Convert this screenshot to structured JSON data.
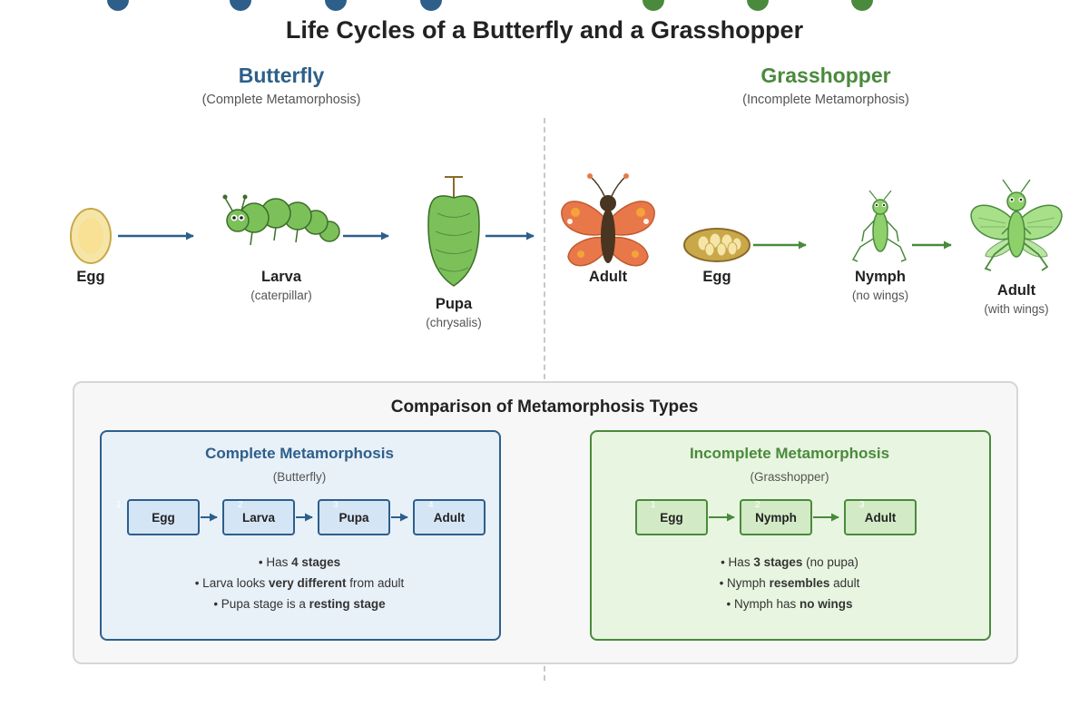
{
  "title": "Life Cycles of a Butterfly and a Grasshopper",
  "colors": {
    "butterfly": "#2d5f8a",
    "grasshopper": "#4a8a3c",
    "egg": "#f5e6a8",
    "caterpillar": "#7cc05a",
    "wing": "#e8784a"
  },
  "butterfly": {
    "heading": "Butterfly",
    "subheading": "(Complete Metamorphosis)",
    "stages": [
      {
        "label": "Egg",
        "sub": ""
      },
      {
        "label": "Larva",
        "sub": "(caterpillar)"
      },
      {
        "label": "Pupa",
        "sub": "(chrysalis)"
      },
      {
        "label": "Adult",
        "sub": ""
      }
    ]
  },
  "grasshopper": {
    "heading": "Grasshopper",
    "subheading": "(Incomplete Metamorphosis)",
    "stages": [
      {
        "label": "Egg",
        "sub": ""
      },
      {
        "label": "Nymph",
        "sub": "(no wings)"
      },
      {
        "label": "Adult",
        "sub": "(with wings)"
      }
    ]
  },
  "comparison": {
    "title": "Comparison of Metamorphosis Types",
    "complete": {
      "title": "Complete Metamorphosis",
      "subtitle": "(Butterfly)",
      "steps": [
        {
          "num": "1",
          "label": "Egg"
        },
        {
          "num": "2",
          "label": "Larva"
        },
        {
          "num": "3",
          "label": "Pupa"
        },
        {
          "num": "4",
          "label": "Adult"
        }
      ],
      "bullets": [
        {
          "pre": "• Has ",
          "bold": "4 stages",
          "post": ""
        },
        {
          "pre": "• Larva looks ",
          "bold": "very different",
          "post": " from adult"
        },
        {
          "pre": "• Pupa stage is a ",
          "bold": "resting stage",
          "post": ""
        }
      ]
    },
    "incomplete": {
      "title": "Incomplete Metamorphosis",
      "subtitle": "(Grasshopper)",
      "steps": [
        {
          "num": "1",
          "label": "Egg"
        },
        {
          "num": "2",
          "label": "Nymph"
        },
        {
          "num": "3",
          "label": "Adult"
        }
      ],
      "bullets": [
        {
          "pre": "• Has ",
          "bold": "3 stages",
          "post": " (no pupa)"
        },
        {
          "pre": "• Nymph ",
          "bold": "resembles",
          "post": " adult"
        },
        {
          "pre": "• Nymph has ",
          "bold": "no wings",
          "post": ""
        }
      ]
    }
  }
}
